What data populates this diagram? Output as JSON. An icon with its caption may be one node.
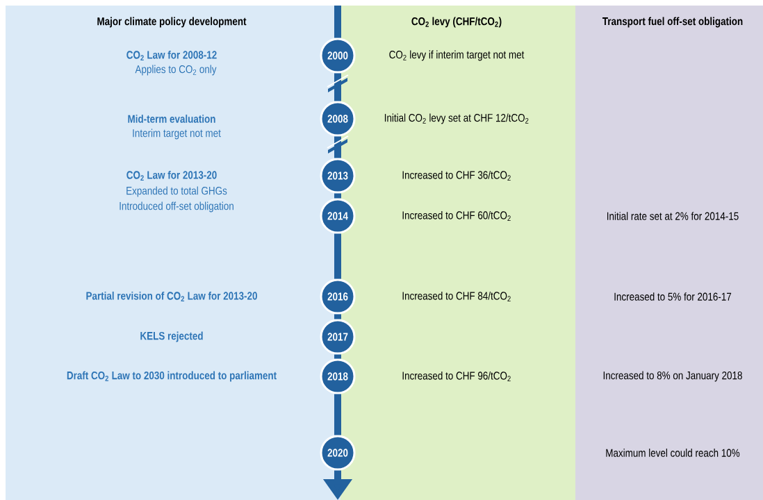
{
  "diagram": {
    "nodes": [
      {
        "text": [
          "2000"
        ]
      },
      {
        "text": [
          "2008"
        ]
      },
      {
        "text": [
          "2013"
        ]
      },
      {
        "text": [
          "2014"
        ]
      },
      {
        "text": [
          "2016"
        ]
      },
      {
        "text": [
          "2017"
        ]
      },
      {
        "text": [
          "2018"
        ]
      },
      {
        "text": [
          "2020"
        ]
      }
    ],
    "edges": [
      {
        "from": null,
        "to": 0,
        "arrow": "none"
      },
      {
        "from": 0,
        "to": 1,
        "arrow": "none"
      },
      {
        "from": 1,
        "to": 2,
        "arrow": "none"
      },
      {
        "from": 2,
        "to": 3,
        "arrow": "none"
      },
      {
        "from": 3,
        "to": 4,
        "arrow": "none"
      },
      {
        "from": 4,
        "to": 5,
        "arrow": "none"
      },
      {
        "from": 5,
        "to": 6,
        "arrow": "none"
      },
      {
        "from": 6,
        "to": 7,
        "arrow": "none"
      },
      {
        "from": 7,
        "to": null,
        "arrow": "to"
      }
    ],
    "labels": [
      "Major climate policy development",
      "CO$_{2}$ levy (CHF/tCO$_{2}$)",
      "Transport fuel off-set obligation",
      "CO$_{2}$ Law for 2008-12",
      "CO$_{2}$ levy if interim target not met",
      "Applies to CO$_{2}$ only",
      "Mid-term evaluation",
      "Initial CO$_{2}$ levy set at CHF 12/tCO$_{2}$",
      "Interim target not met",
      "CO$_{2}$ Law for 2013-20",
      "Increased to CHF 36/tCO$_{2}$",
      "Expanded to total GHGs",
      "Introduced off-set obligation",
      "Increased to CHF 60/tCO$_{2}$",
      "Initial rate set at 2% for 2014-15",
      "Partial revision of CO$_{2}$ Law for 2013-20",
      "Increased to CHF 84/tCO$_{2}$",
      "Increased to 5% for 2016-17",
      "KELS rejected",
      "Draft CO$_{2}$ Law to 2030 introduced to parliament",
      "Increased to CHF 96/tCO$_{2}$",
      "Increased to 8% on January 2018",
      "Maximum level could reach 10%"
    ]
  }
}
